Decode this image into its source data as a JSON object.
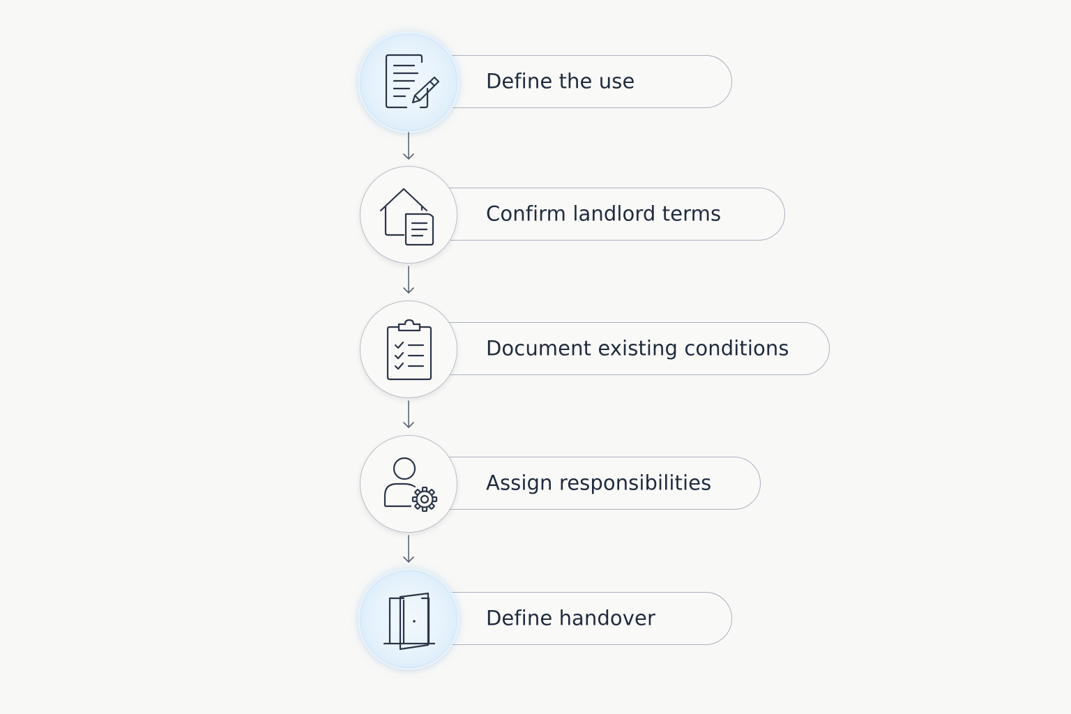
{
  "steps": [
    {
      "label": "Define the use",
      "icon": "document-pencil-icon",
      "highlighted": true
    },
    {
      "label": "Confirm landlord terms",
      "icon": "house-document-icon",
      "highlighted": false
    },
    {
      "label": "Document existing conditions",
      "icon": "clipboard-checklist-icon",
      "highlighted": false
    },
    {
      "label": "Assign responsibilities",
      "icon": "user-gear-icon",
      "highlighted": false
    },
    {
      "label": "Define handover",
      "icon": "open-door-icon",
      "highlighted": true
    }
  ],
  "colors": {
    "background": "#f8f8f6",
    "text": "#1f2b3d",
    "icon_stroke": "#2b3447",
    "border": "#aab2bf",
    "highlight": "#d6eaf8"
  }
}
